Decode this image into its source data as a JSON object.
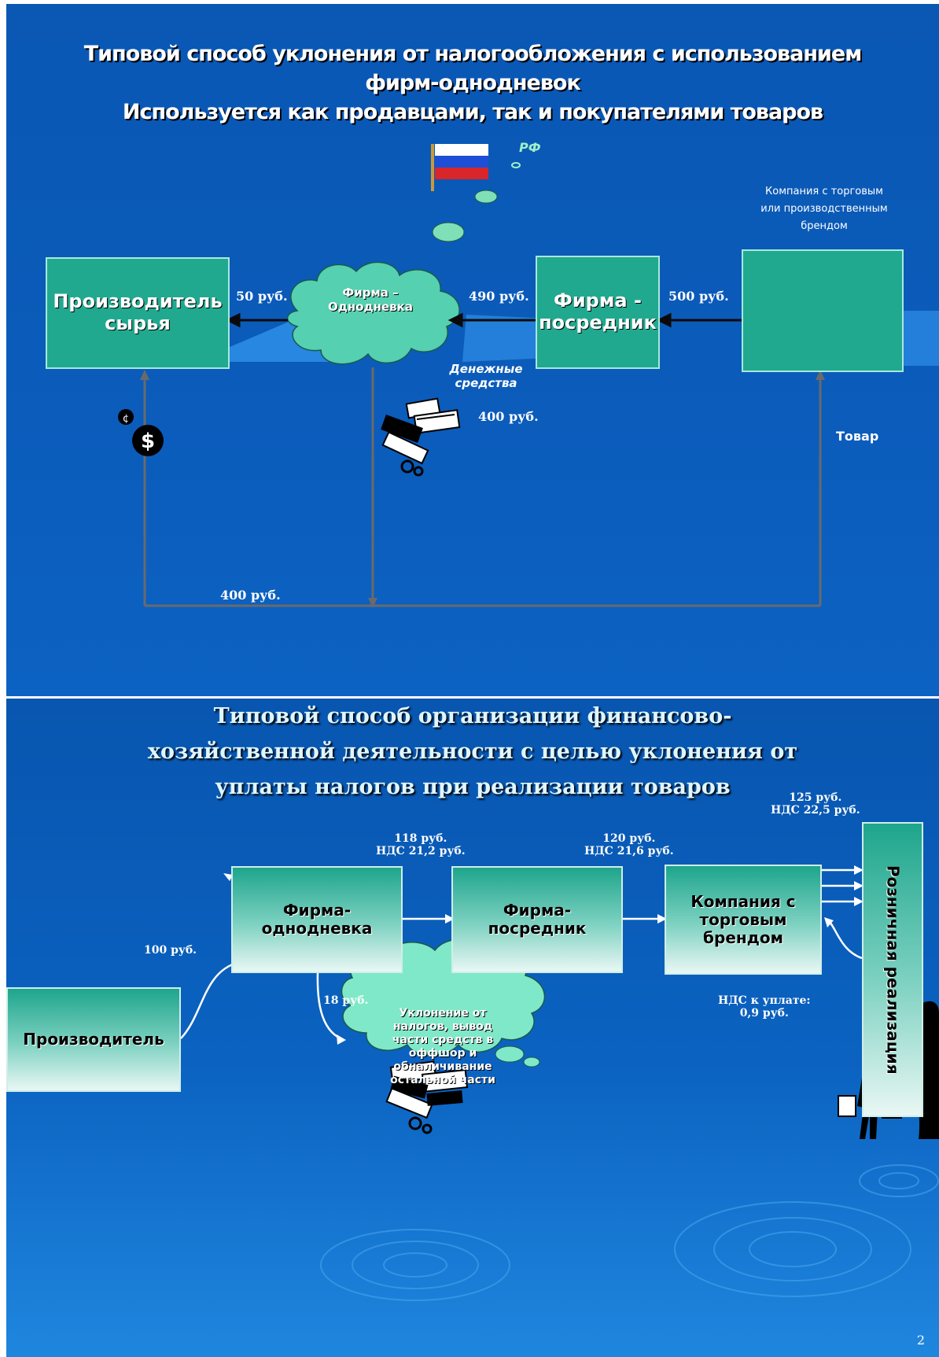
{
  "slide1": {
    "title": [
      "Типовой способ уклонения от налогообложения с использованием",
      "фирм-однодневок",
      "Используется как продавцами, так и покупателями товаров"
    ],
    "rf_label": "РФ",
    "company_note": [
      "Компания с торговым",
      "или производственным",
      "брендом"
    ],
    "boxes": {
      "producer": [
        "Производитель",
        "сырья"
      ],
      "one_day_firm": [
        "Фирма –",
        "Однодневка"
      ],
      "intermediary": [
        "Фирма -",
        "посредник"
      ]
    },
    "amounts": {
      "to_producer": "50 руб.",
      "to_one_day": "490 руб.",
      "to_intermediary": "500 руб.",
      "cash": "400 руб.",
      "bottom": "400 руб."
    },
    "cash_label": [
      "Денежные",
      "средства"
    ],
    "goods_label": "Товар"
  },
  "slide2": {
    "title": [
      "Типовой способ организации финансово-",
      "хозяйственной деятельности с целью уклонения от",
      "уплаты налогов при реализации товаров"
    ],
    "boxes": {
      "producer": "Производитель",
      "one_day_firm": [
        "Фирма-",
        "однодневка"
      ],
      "intermediary": [
        "Фирма-",
        "посредник"
      ],
      "brand_company": [
        "Компания с",
        "торговым",
        "брендом"
      ],
      "retail": "Розничная реализация"
    },
    "amounts": {
      "a100": "100 руб.",
      "a118": [
        "118 руб.",
        "НДС 21,2 руб."
      ],
      "a120": [
        "120 руб.",
        "НДС 21,6 руб."
      ],
      "a125": [
        "125 руб.",
        "НДС 22,5 руб."
      ],
      "a18": "18 руб.",
      "vat_due": [
        "НДС к уплате:",
        "0,9 руб."
      ]
    },
    "cloud_text": [
      "Уклонение от",
      "налогов, вывод",
      "части средств в",
      "оффшор и",
      "обналичивание",
      "остальной части"
    ],
    "page_number": "2"
  }
}
